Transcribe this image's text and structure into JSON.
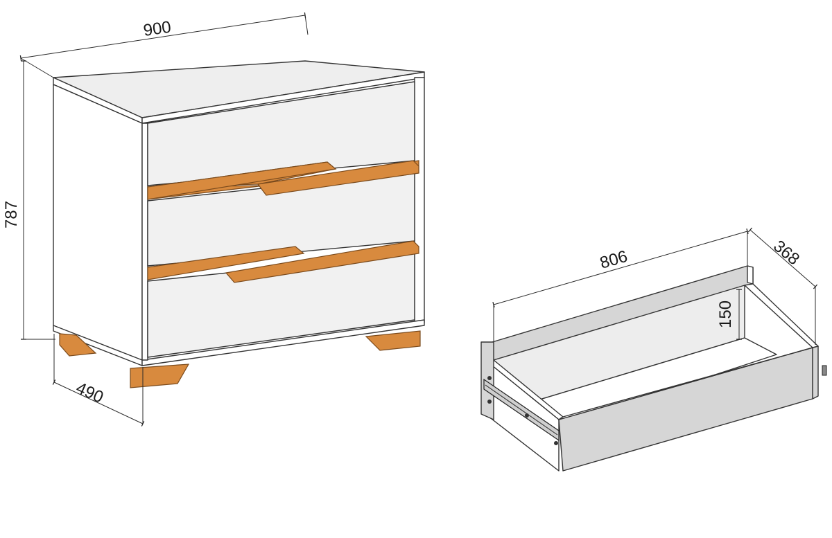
{
  "dimensions": {
    "width": "900",
    "height": "787",
    "depth": "490",
    "drawer_length": "806",
    "drawer_depth": "368",
    "drawer_height": "150"
  },
  "colors": {
    "body": "#ffffff",
    "front_panel": "#f1f1f1",
    "side_shade": "#d6d6d6",
    "inner_shade": "#ededed",
    "wood": "#d88a3e",
    "wood_edge": "#7a4a1c",
    "line": "#2a2a2a"
  }
}
